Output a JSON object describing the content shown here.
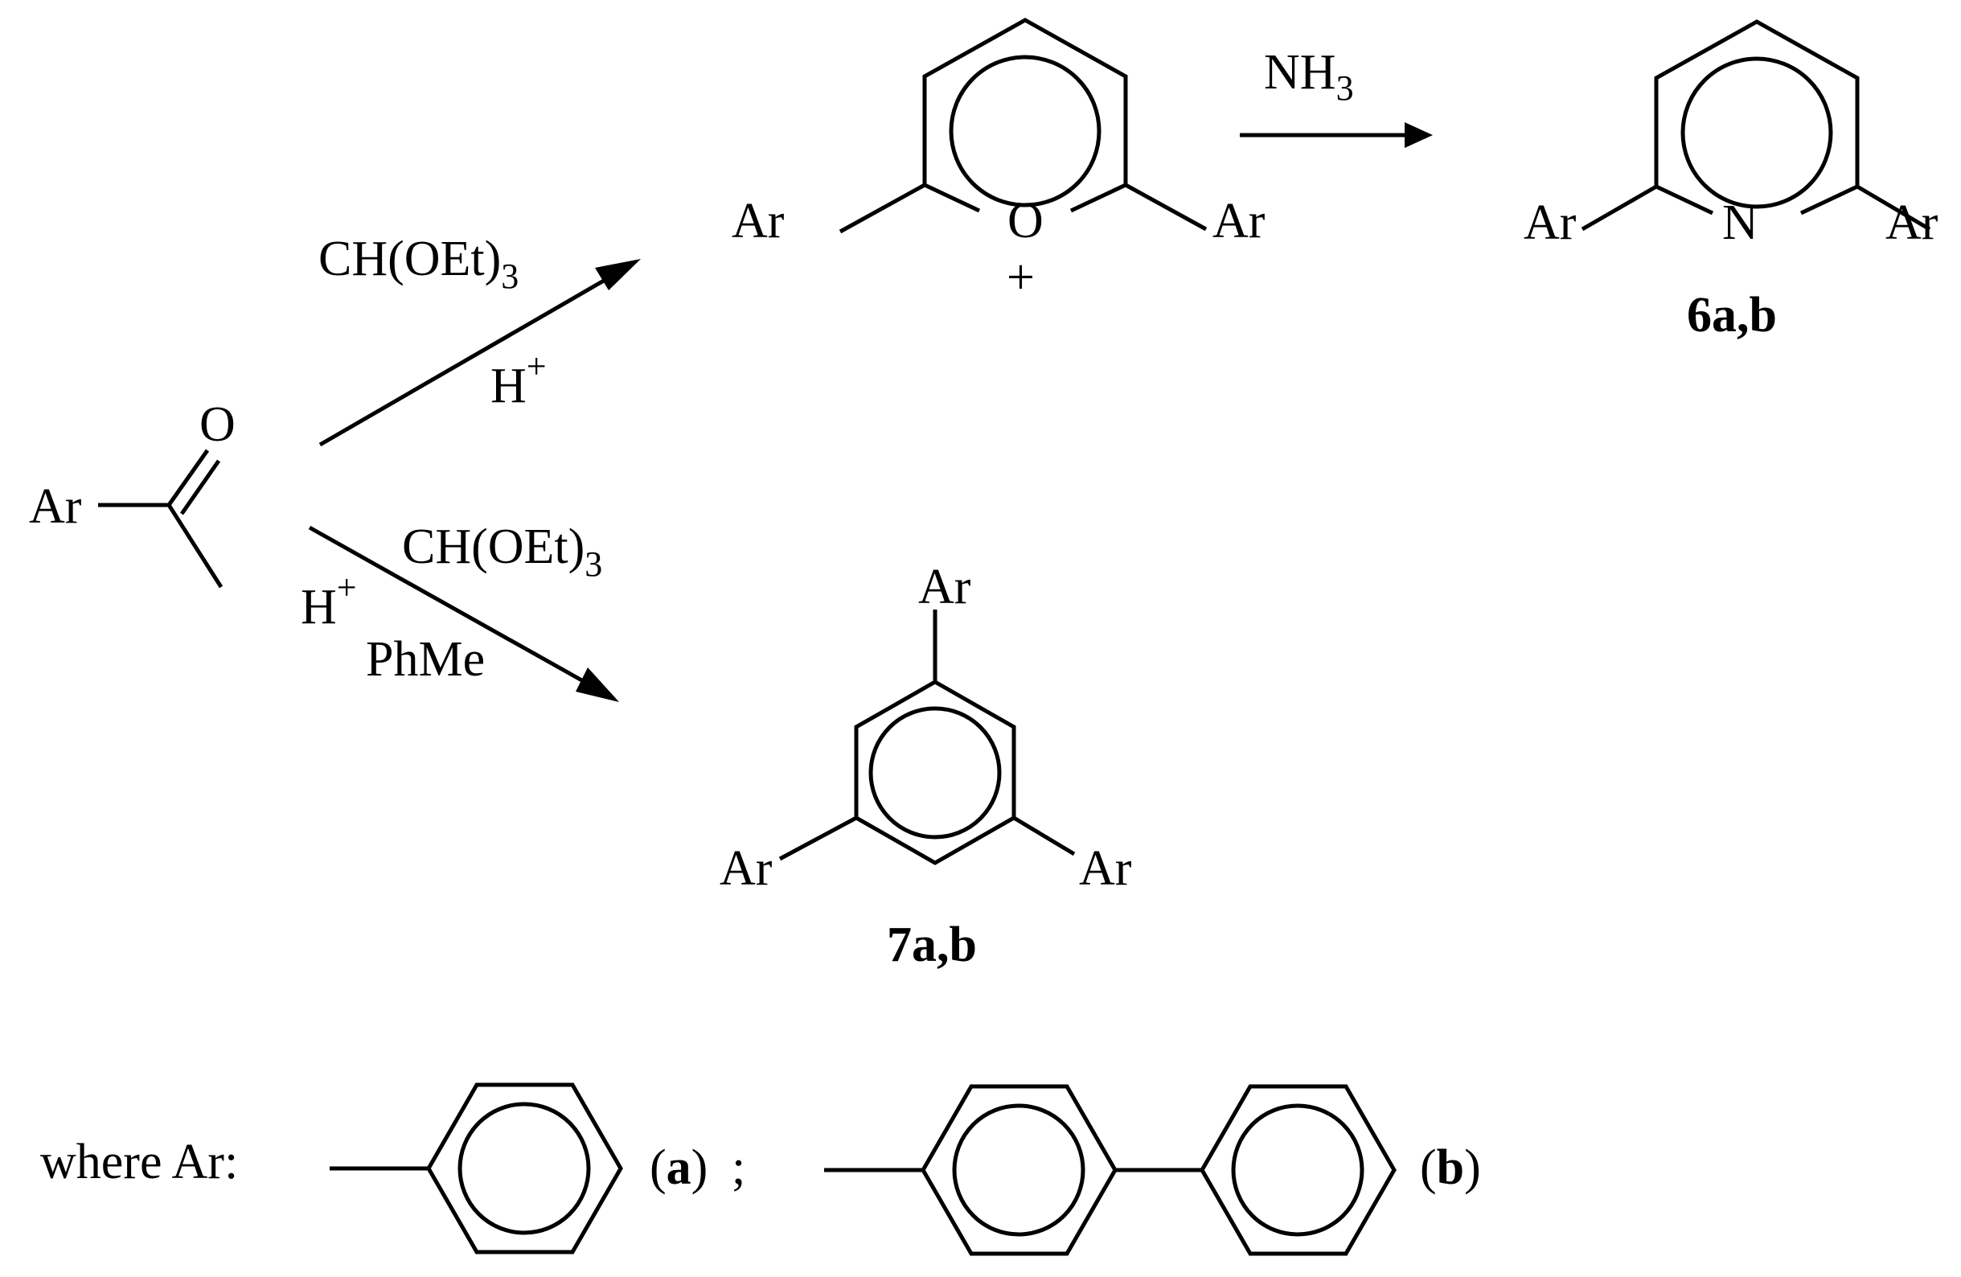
{
  "reactant": {
    "ar": "Ar",
    "oxygen": "O"
  },
  "upper_reaction": {
    "reagent": "CH(OEt)",
    "reagent_sub": "3",
    "catalyst": "H",
    "catalyst_sup": "+"
  },
  "lower_reaction": {
    "reagent": "CH(OEt)",
    "reagent_sub": "3",
    "catalyst": "H",
    "catalyst_sup": "+",
    "solvent": "PhMe"
  },
  "pyrylium": {
    "ar_left": "Ar",
    "ar_right": "Ar",
    "heteroatom": "O",
    "charge": "+"
  },
  "ammonia_step": {
    "reagent": "NH",
    "reagent_sub": "3"
  },
  "pyridine": {
    "ar_left": "Ar",
    "ar_right": "Ar",
    "heteroatom": "N",
    "compound_label": "6a,b"
  },
  "benzene": {
    "ar_top": "Ar",
    "ar_left": "Ar",
    "ar_right": "Ar",
    "compound_label": "7a,b"
  },
  "legend": {
    "prefix": "where Ar:",
    "label_a": "a",
    "separator": ";",
    "label_b": "b"
  }
}
